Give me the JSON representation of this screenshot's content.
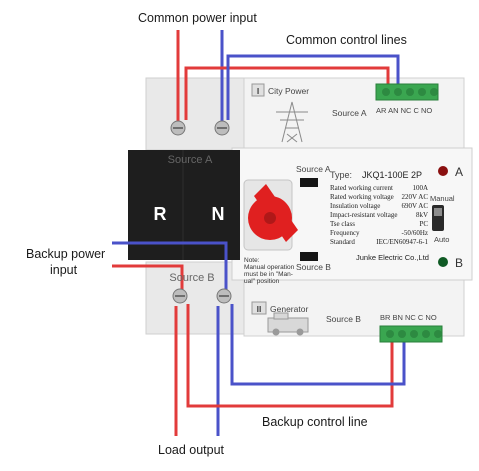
{
  "callouts": {
    "common_power_input": "Common power input",
    "common_control_lines": "Common control lines",
    "backup_power_input_line1": "Backup power",
    "backup_power_input_line2": "input",
    "backup_control_line": "Backup control line",
    "load_output": "Load output"
  },
  "device": {
    "city_power_badge": "I",
    "city_power_label": "City Power",
    "source_a_upper": "Source A",
    "generator_badge": "II",
    "generator_label": "Generator",
    "source_b_lower": "Source B",
    "black_source_a": "Source A",
    "black_source_b": "Source B",
    "pole_r": "R",
    "pole_n": "N",
    "center_source_a": "Source A",
    "center_source_b": "Source B",
    "top_terminal_label": "AR AN NC C NO",
    "bottom_terminal_label": "BR BN NC C NO",
    "indicator_a": "A",
    "indicator_b": "B",
    "switch_manual": "Manual",
    "switch_auto": "Auto",
    "type_label": "Type:",
    "type_value": "JKQ1-100E 2P",
    "specs": [
      {
        "label": "Rated working current",
        "value": "100A"
      },
      {
        "label": "Rated working voltage",
        "value": "220V AC"
      },
      {
        "label": "Insulation voltage",
        "value": "690V AC"
      },
      {
        "label": "Impact-resistant voltage",
        "value": "8kV"
      },
      {
        "label": "Tse class",
        "value": "PC"
      },
      {
        "label": "Frequency",
        "value": "-50/60Hz"
      },
      {
        "label": "Standard",
        "value": "IEC/EN60947-6-1"
      }
    ],
    "manufacturer": "Junke Electric Co.,Ltd",
    "note_lines": [
      "Note:",
      "Manual operation",
      "must be in \"Man-",
      "ual\" position"
    ]
  },
  "colors": {
    "red_wire": "#e23b3b",
    "blue_wire": "#4a52c9",
    "terminal_green": "#3aa650",
    "handle_red": "#e02020",
    "body_black": "#1e1e1e",
    "led_a": "#8a1010",
    "led_b": "#0f5a24"
  }
}
